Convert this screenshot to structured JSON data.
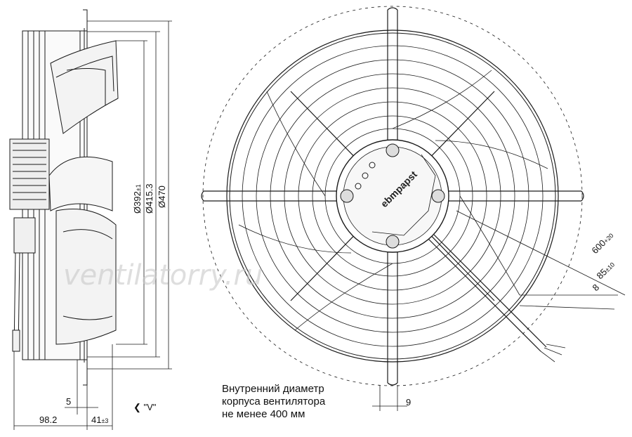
{
  "dimensions": {
    "d392": "Ø392",
    "d392_tol": "±1",
    "d415": "Ø415.3",
    "d470": "Ø470",
    "width_5": "5",
    "width_98": "98.2",
    "width_41": "41",
    "width_41_tol": "±3",
    "view_marker": "\"V\"",
    "grid_9": "9",
    "cable_600": "600",
    "cable_600_tol": "+20",
    "cable_85": "85",
    "cable_85_tol": "±10",
    "cable_8": "8"
  },
  "brand_label": "ebmpapst",
  "watermark": "ventilatorry.ru",
  "note": {
    "line1": "Внутренний диаметр",
    "line2": "корпуса вентилятора",
    "line3": "не менее 400 мм"
  },
  "colors": {
    "line": "#1a1a1a",
    "light_line": "#555555",
    "fill": "#f4f4f4"
  }
}
